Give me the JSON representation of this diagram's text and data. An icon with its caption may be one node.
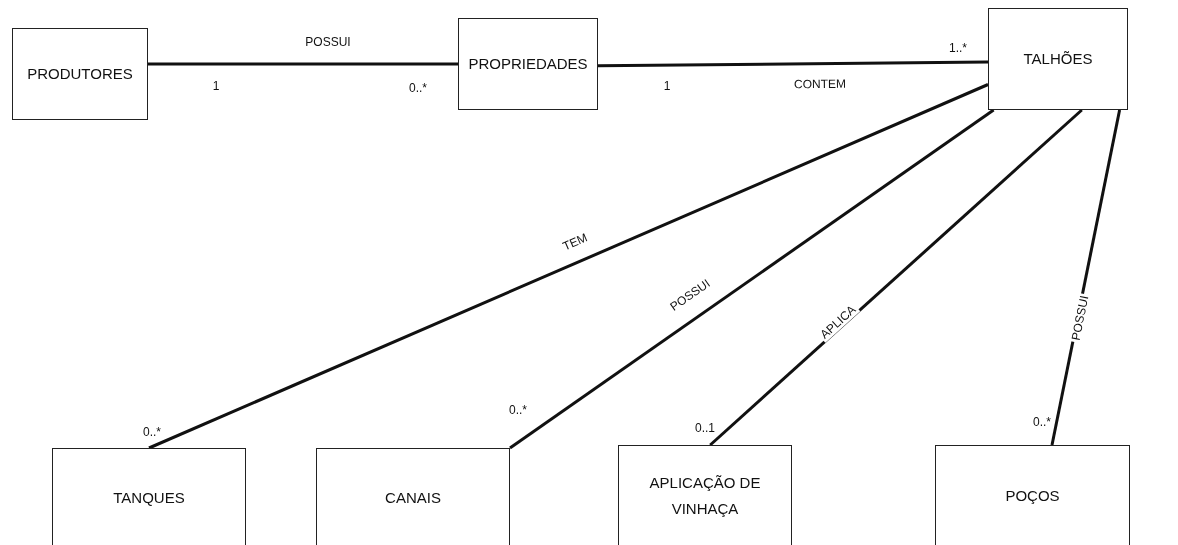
{
  "diagram": {
    "nodes": [
      {
        "text": [
          "PRODUTORES"
        ]
      },
      {
        "text": [
          "PROPRIEDADES"
        ]
      },
      {
        "text": [
          "TALHÕES"
        ]
      },
      {
        "text": [
          "TANQUES"
        ]
      },
      {
        "text": [
          "CANAIS"
        ]
      },
      {
        "text": [
          "APLICAÇÃO DE VINHAÇA"
        ]
      },
      {
        "text": [
          "POÇOS"
        ]
      }
    ],
    "edges": [
      {
        "from": 0,
        "to": 1,
        "arrow": "none",
        "label": "POSSUI"
      },
      {
        "from": 1,
        "to": 2,
        "arrow": "none",
        "label": "CONTEM"
      },
      {
        "from": 2,
        "to": 3,
        "arrow": "none",
        "label": "TEM"
      },
      {
        "from": 2,
        "to": 4,
        "arrow": "none",
        "label": "POSSUI"
      },
      {
        "from": 2,
        "to": 5,
        "arrow": "none",
        "label": "APLICA"
      },
      {
        "from": 2,
        "to": 6,
        "arrow": "none",
        "label": "POSSUI"
      }
    ],
    "labels": [
      "1",
      "0..*",
      "1",
      "1..*",
      "0..*",
      "0..*",
      "0..1",
      "0..*"
    ]
  }
}
